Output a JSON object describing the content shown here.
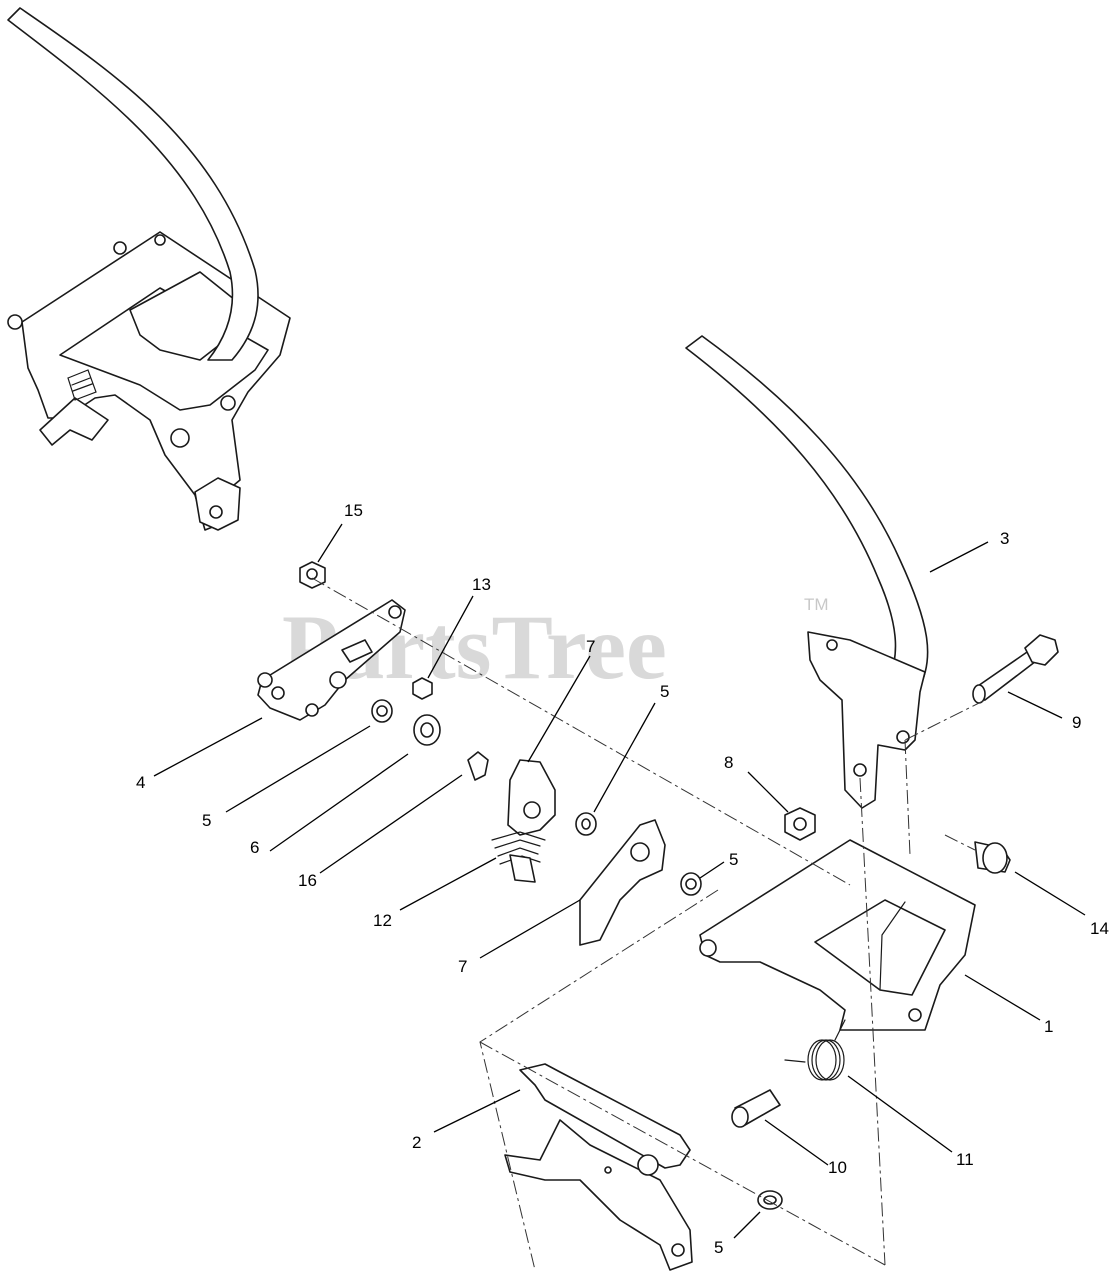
{
  "watermark": {
    "text": "PartsTree",
    "trademark": "TM"
  },
  "callouts": [
    {
      "id": "c15",
      "label": "15"
    },
    {
      "id": "c13",
      "label": "13"
    },
    {
      "id": "c7a",
      "label": "7"
    },
    {
      "id": "c5a",
      "label": "5"
    },
    {
      "id": "c3",
      "label": "3"
    },
    {
      "id": "c9",
      "label": "9"
    },
    {
      "id": "c8",
      "label": "8"
    },
    {
      "id": "c4",
      "label": "4"
    },
    {
      "id": "c5b",
      "label": "5"
    },
    {
      "id": "c6",
      "label": "6"
    },
    {
      "id": "c16",
      "label": "16"
    },
    {
      "id": "c5c",
      "label": "5"
    },
    {
      "id": "c12",
      "label": "12"
    },
    {
      "id": "c14",
      "label": "14"
    },
    {
      "id": "c7b",
      "label": "7"
    },
    {
      "id": "c1",
      "label": "1"
    },
    {
      "id": "c2",
      "label": "2"
    },
    {
      "id": "c10",
      "label": "10"
    },
    {
      "id": "c11",
      "label": "11"
    },
    {
      "id": "c5d",
      "label": "5"
    }
  ]
}
